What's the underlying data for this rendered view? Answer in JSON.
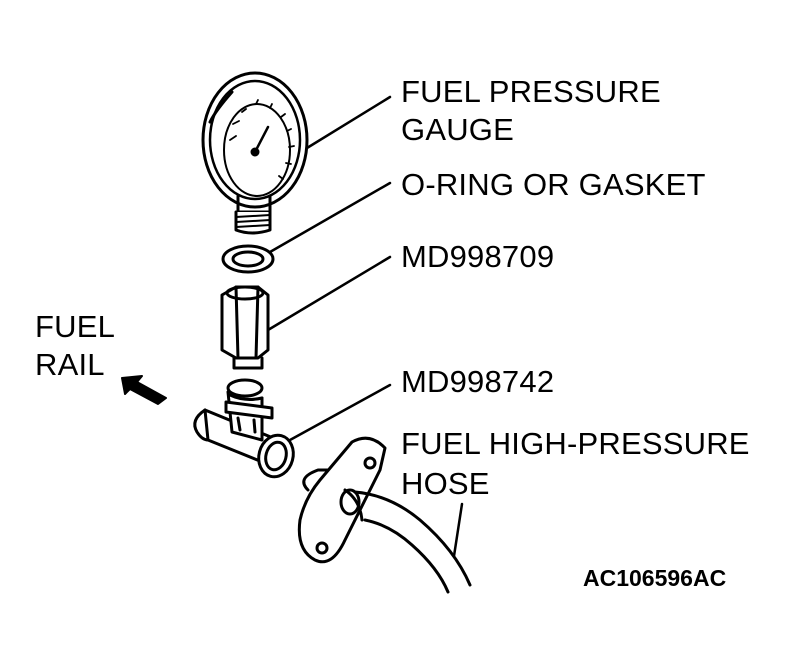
{
  "labels": {
    "gauge_line1": "FUEL PRESSURE",
    "gauge_line2": "GAUGE",
    "oring": "O-RING OR GASKET",
    "adapter": "MD998709",
    "tee": "MD998742",
    "hose_line1": "FUEL HIGH-PRESSURE",
    "hose_line2": "HOSE",
    "rail_line1": "FUEL",
    "rail_line2": "RAIL"
  },
  "figure_code": "AC106596AC",
  "colors": {
    "ink": "#000000",
    "paper": "#ffffff"
  }
}
